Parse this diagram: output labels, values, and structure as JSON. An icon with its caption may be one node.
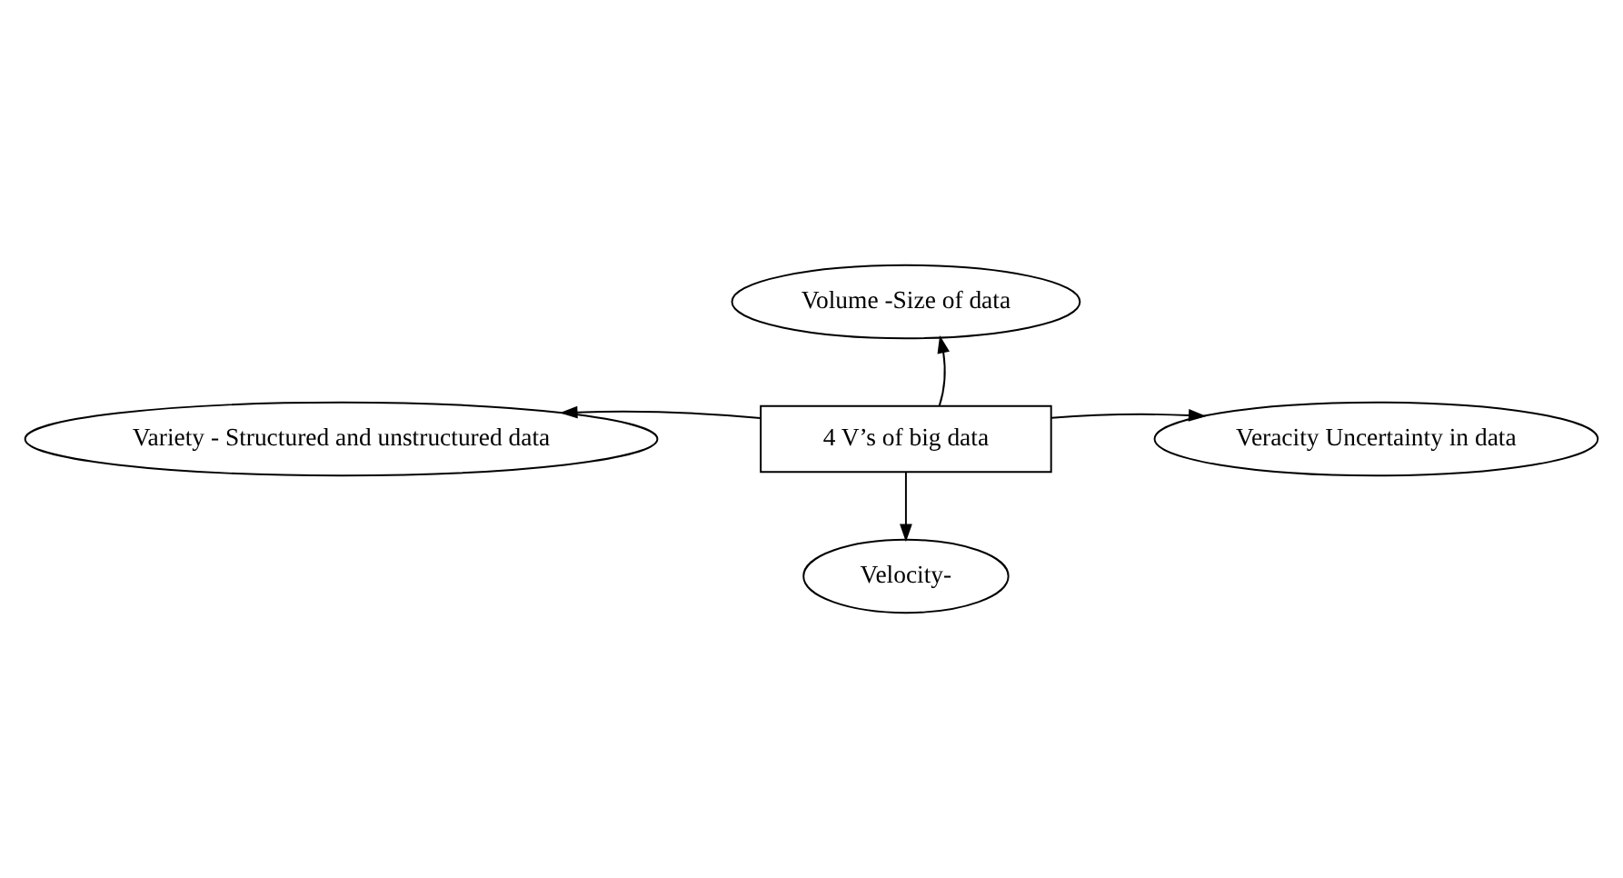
{
  "diagram": {
    "nodes": [
      {
        "text": [
          "Volume -Size of data"
        ]
      },
      {
        "text": [
          "Variety - Structured and unstructured data"
        ]
      },
      {
        "text": [
          "4 V’s of big data"
        ]
      },
      {
        "text": [
          "Veracity Uncertainty in data"
        ]
      },
      {
        "text": [
          "Velocity-"
        ]
      }
    ],
    "edges": [
      {
        "from": 2,
        "to": 0,
        "arrow": "to"
      },
      {
        "from": 2,
        "to": 1,
        "arrow": "to"
      },
      {
        "from": 2,
        "to": 3,
        "arrow": "to"
      },
      {
        "from": 2,
        "to": 4,
        "arrow": "to"
      }
    ]
  }
}
